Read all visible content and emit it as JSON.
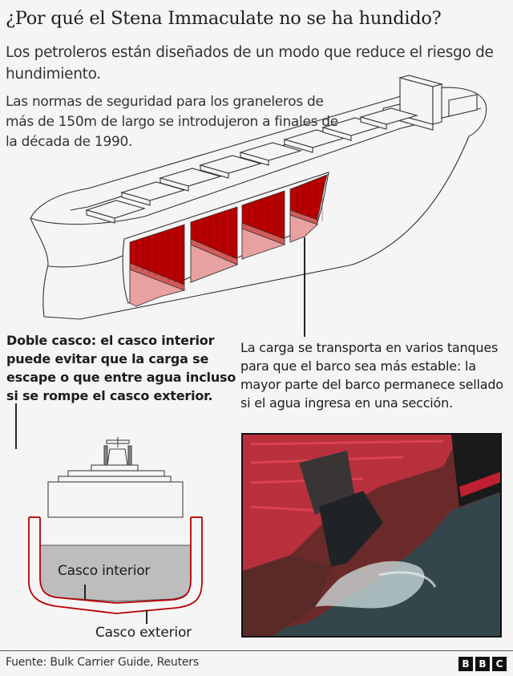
{
  "header": {
    "title": "¿Por qué el Stena Immaculate no se ha hundido?",
    "subtitle": "Los petroleros están diseñados de un modo que reduce el riesgo de hundimiento."
  },
  "main": {
    "regulation_note": "Las normas de seguridad para los graneleros de más de 150m de largo se introdujeron a finales de la década de 1990.",
    "callout_double_hull": "Doble casco: el casco interior puede evitar que la carga se escape o que entre agua incluso si se rompe el casco exterior.",
    "callout_tanks": "La carga se transporta en varios tanques para que el barco sea más estable: la mayor parte del barco permanece sellado si el agua ingresa en una sección.",
    "cross_section": {
      "inner_hull_label": "Casco interior",
      "outer_hull_label": "Casco exterior"
    },
    "photo": {
      "description": "aerial-photo-damaged-tanker-hull"
    },
    "colors": {
      "tank_dark_red": "#b80000",
      "tank_light_red": "#e8a0a0",
      "tank_mid_red": "#d45a5a",
      "hull_red": "#b80000",
      "cargo_grey": "#bdbdbd",
      "background": "#f5f5f5"
    }
  },
  "footer": {
    "source": "Fuente: Bulk Carrier Guide, Reuters",
    "logo_letters": [
      "B",
      "B",
      "C"
    ]
  }
}
